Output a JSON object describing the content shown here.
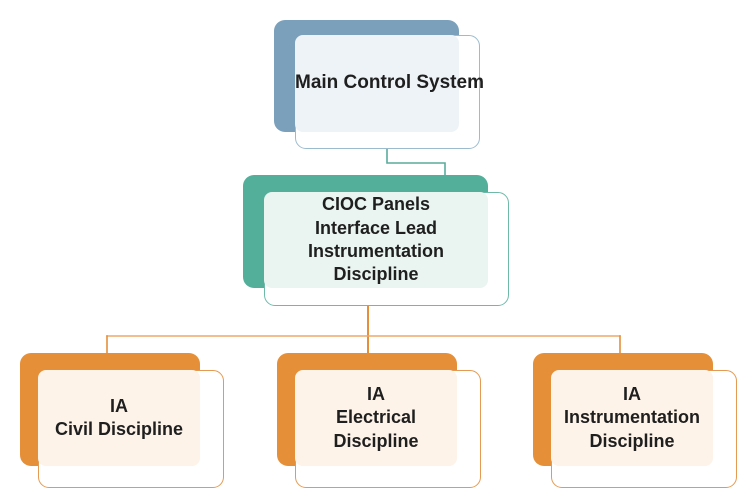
{
  "diagram": {
    "title": "Instrumentation Interface Organization Hierarchy",
    "type": "organization-chart",
    "background_color": "#ffffff",
    "levels": 3
  },
  "colors": {
    "top_accent": "#7ba0bc",
    "top_fill": "#eef3f7",
    "top_border": "#9bbccf",
    "middle_accent": "#53af9a",
    "middle_fill": "#eaf4f0",
    "middle_border": "#6fb9a9",
    "leaf_accent": "#e58f38",
    "leaf_fill": "#fdf3e9",
    "leaf_border": "#e49a52",
    "connector_teal": "#5aab9c",
    "connector_orange": "#e58f38",
    "text": "#1f1f1f"
  },
  "nodes": {
    "top": {
      "id": "main-control-system",
      "lines": [
        "Main Control System"
      ],
      "line1": "Main Control System"
    },
    "middle": {
      "id": "cioc-panels-interface-lead",
      "lines": [
        "CIOC Panels",
        "Interface Lead",
        "Instrumentation Discipline"
      ],
      "line1": "CIOC Panels",
      "line2": "Interface Lead",
      "line3": "Instrumentation",
      "line4": "Discipline"
    },
    "leaves": [
      {
        "id": "ia-civil-discipline",
        "lines": [
          "IA",
          "Civil Discipline"
        ],
        "line1": "IA",
        "line2": "Civil Discipline",
        "line3": ""
      },
      {
        "id": "ia-electrical-discipline",
        "lines": [
          "IA",
          "Electrical Discipline"
        ],
        "line1": "IA",
        "line2": "Electrical",
        "line3": "Discipline"
      },
      {
        "id": "ia-instrumentation-discipline",
        "lines": [
          "IA",
          "Instrumentation Discipline"
        ],
        "line1": "IA",
        "line2": "Instrumentation",
        "line3": "Discipline"
      }
    ]
  },
  "connectors": [
    {
      "id": "top-to-middle",
      "from": "main-control-system",
      "to": "cioc-panels-interface-lead",
      "color": "#5aab9c"
    },
    {
      "id": "middle-to-civil",
      "from": "cioc-panels-interface-lead",
      "to": "ia-civil-discipline",
      "color": "#e58f38"
    },
    {
      "id": "middle-to-electrical",
      "from": "cioc-panels-interface-lead",
      "to": "ia-electrical-discipline",
      "color": "#e58f38"
    },
    {
      "id": "middle-to-instrumentation",
      "from": "cioc-panels-interface-lead",
      "to": "ia-instrumentation-discipline",
      "color": "#e58f38"
    }
  ]
}
